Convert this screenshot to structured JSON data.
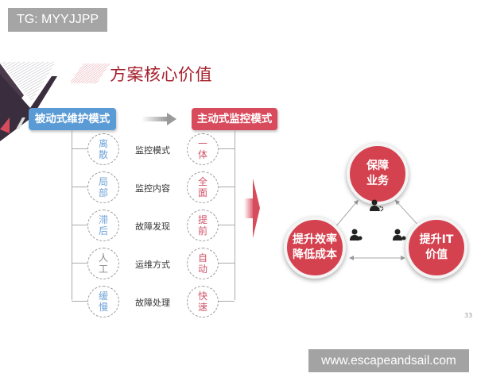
{
  "overlay": {
    "tag_label": "TG: MYYJJPP",
    "watermark": "www.escapeandsail.com",
    "page_number": "33"
  },
  "slide": {
    "title": "方案核心价值",
    "passive_mode": "被动式维护模式",
    "active_mode": "主动式监控模式",
    "rows": [
      {
        "passive": [
          "离",
          "散"
        ],
        "category": "监控模式",
        "active": [
          "一",
          "体"
        ],
        "passive_color": "blue"
      },
      {
        "passive": [
          "局",
          "部"
        ],
        "category": "监控内容",
        "active": [
          "全",
          "面"
        ],
        "passive_color": "blue"
      },
      {
        "passive": [
          "滞",
          "后"
        ],
        "category": "故障发现",
        "active": [
          "提",
          "前"
        ],
        "passive_color": "blue"
      },
      {
        "passive": [
          "人",
          "工"
        ],
        "category": "运维方式",
        "active": [
          "自",
          "动"
        ],
        "passive_color": "grey"
      },
      {
        "passive": [
          "缓",
          "慢"
        ],
        "category": "故障处理",
        "active": [
          "快",
          "速"
        ],
        "passive_color": "blue"
      }
    ],
    "value_circles": {
      "top": [
        "保障",
        "业务"
      ],
      "left": [
        "提升效率",
        "降低成本"
      ],
      "right": [
        "提升IT",
        "价值"
      ]
    },
    "icons": [
      "user-gear-icon",
      "user-refresh-icon",
      "user-settings-icon"
    ]
  },
  "colors": {
    "passive_blue": "#5b9bd5",
    "active_red": "#d84b5c",
    "title_red": "#a6202c",
    "circle_red": "#d4424f"
  }
}
